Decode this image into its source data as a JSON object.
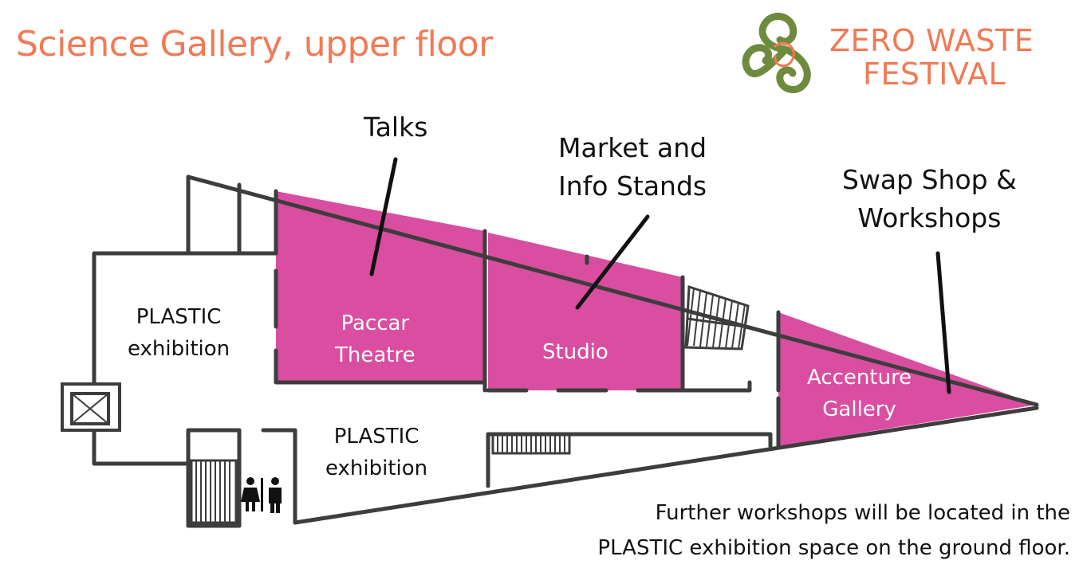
{
  "title": "Science Gallery, upper floor",
  "logo": {
    "line1": "ZERO WASTE",
    "line2": "FESTIVAL",
    "icon": "triskele-icon"
  },
  "callouts": {
    "talks": "Talks",
    "market_line1": "Market and",
    "market_line2": "Info Stands",
    "swap_line1": "Swap Shop &",
    "swap_line2": "Workshops"
  },
  "rooms": {
    "plastic_upper_line1": "PLASTIC",
    "plastic_upper_line2": "exhibition",
    "paccar_line1": "Paccar",
    "paccar_line2": "Theatre",
    "studio": "Studio",
    "accenture_line1": "Accenture",
    "accenture_line2": "Gallery",
    "plastic_lower_line1": "PLASTIC",
    "plastic_lower_line2": "exhibition"
  },
  "icons": [
    "lift-icon",
    "stairs-icon",
    "toilets-icon"
  ],
  "colors": {
    "highlight": "#d94ea0",
    "title": "#f07a55",
    "walls": "#3d3d3d",
    "logo_green": "#6e8b3d"
  },
  "footnote": {
    "line1": "Further workshops will be located in the",
    "line2": "PLASTIC exhibition space on the ground floor."
  }
}
